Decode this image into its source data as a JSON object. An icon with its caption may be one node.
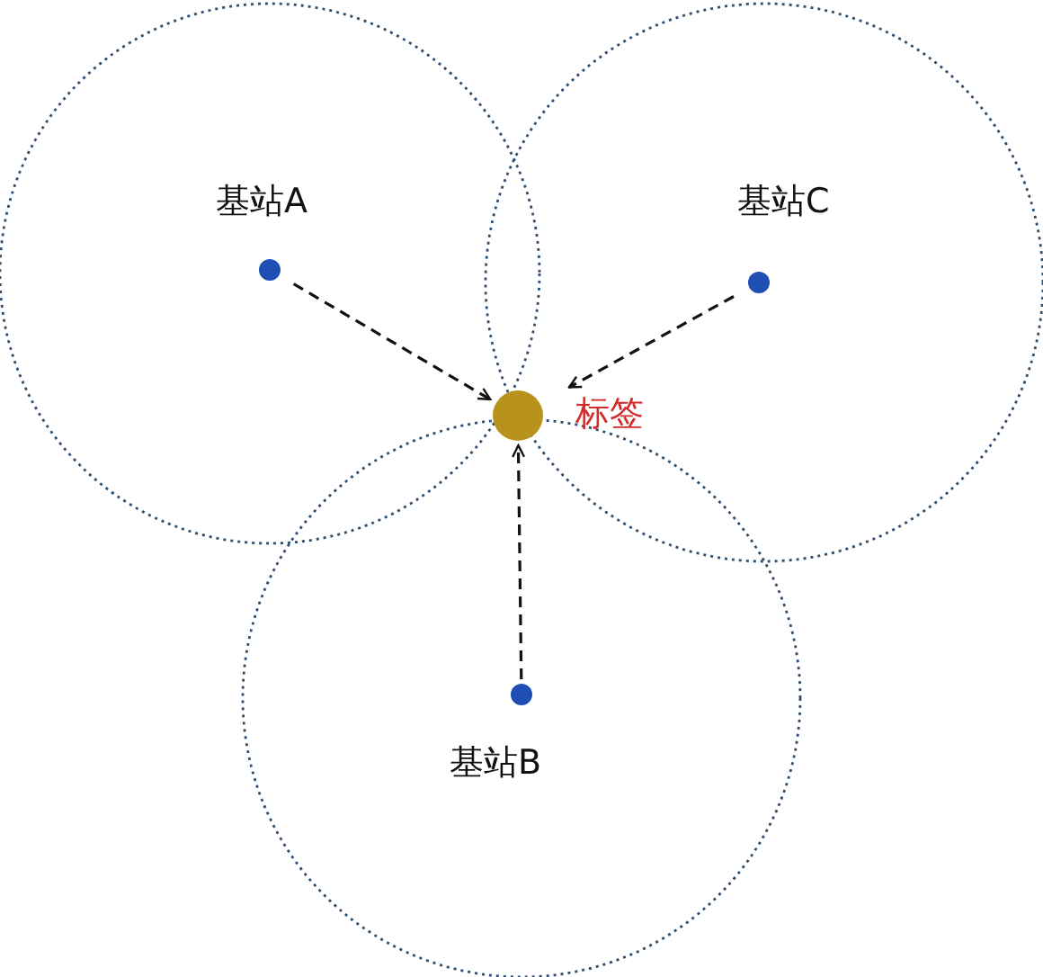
{
  "diagram": {
    "nodes": [
      {
        "text": [
          "基站A"
        ]
      },
      {
        "text": [
          "基站C"
        ]
      },
      {
        "text": [
          "标签"
        ]
      },
      {
        "text": [
          "基站B"
        ]
      }
    ],
    "edges": [
      {
        "from": 0,
        "to": 2,
        "arrow": "to",
        "style": "dashed"
      },
      {
        "from": 1,
        "to": 2,
        "arrow": "to",
        "style": "dashed"
      },
      {
        "from": 3,
        "to": 2,
        "arrow": "to",
        "style": "dashed"
      }
    ]
  }
}
